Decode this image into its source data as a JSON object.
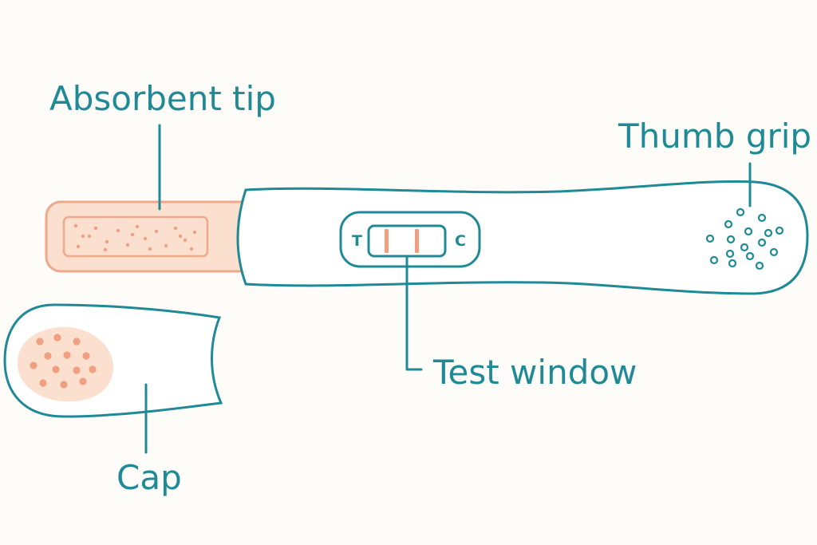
{
  "labels": {
    "absorbent_tip": "Absorbent tip",
    "thumb_grip": "Thumb grip",
    "test_window": "Test window",
    "cap": "Cap"
  },
  "window_markers": {
    "test": "T",
    "control": "C"
  },
  "colors": {
    "background": "#fdfcf8",
    "outline": "#1f8a96",
    "tip_fill": "#fbe0d0",
    "tip_stroke": "#f0a88a",
    "dots": "#f0a080",
    "result_line": "#f0a080"
  }
}
